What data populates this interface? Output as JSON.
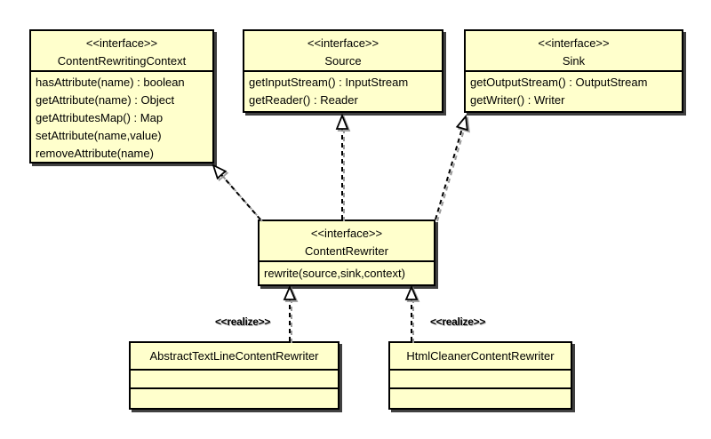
{
  "diagram": {
    "title": "ContentRewriter UML class diagram",
    "colors": {
      "box_fill": "#ffffcc",
      "box_border": "#000000",
      "shadow": "#4d4d4d",
      "background": "#ffffff"
    }
  },
  "classes": {
    "context": {
      "stereotype": "<<interface>>",
      "name": "ContentRewritingContext",
      "methods": [
        "hasAttribute(name) : boolean",
        "getAttribute(name) : Object",
        "getAttributesMap() : Map",
        "setAttribute(name,value)",
        "removeAttribute(name)"
      ]
    },
    "source": {
      "stereotype": "<<interface>>",
      "name": "Source",
      "methods": [
        "getInputStream() : InputStream",
        "getReader() : Reader"
      ]
    },
    "sink": {
      "stereotype": "<<interface>>",
      "name": "Sink",
      "methods": [
        "getOutputStream() : OutputStream",
        "getWriter() : Writer"
      ]
    },
    "rewriter": {
      "stereotype": "<<interface>>",
      "name": "ContentRewriter",
      "methods": [
        "rewrite(source,sink,context)"
      ]
    },
    "abstract_impl": {
      "name": "AbstractTextLineContentRewriter"
    },
    "html_impl": {
      "name": "HtmlCleanerContentRewriter"
    }
  },
  "relations": {
    "realize_left_label": "<<realize>>",
    "realize_right_label": "<<realize>>"
  }
}
